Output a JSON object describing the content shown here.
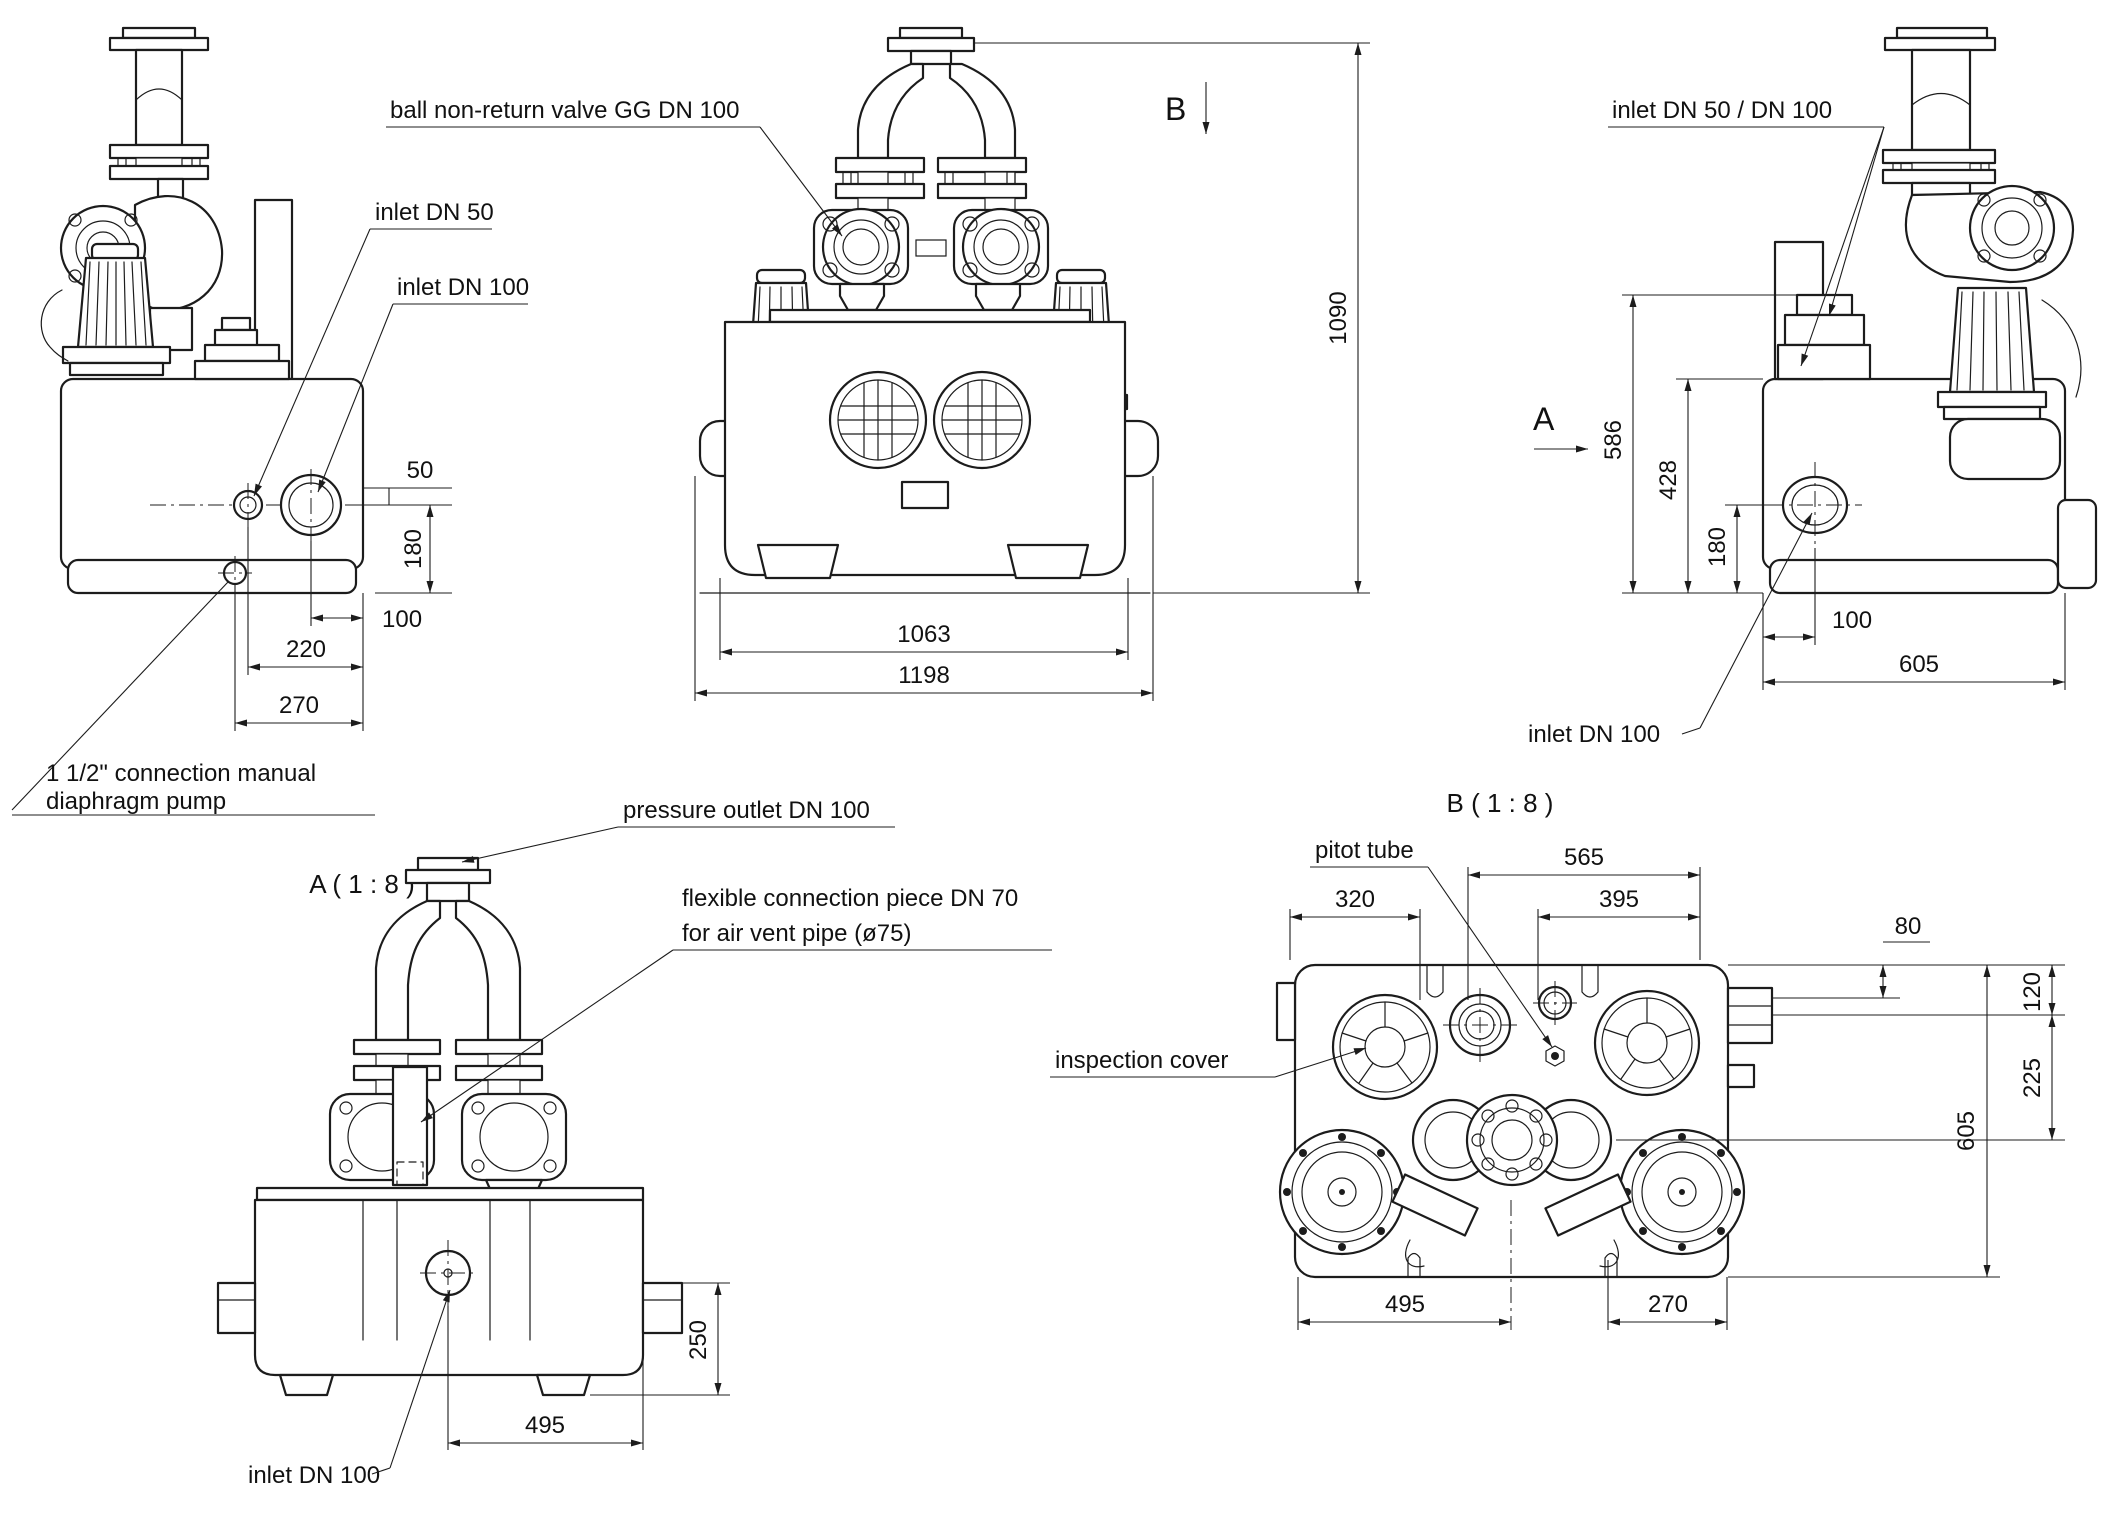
{
  "labels": {
    "ball_valve": "ball non-return valve GG DN 100",
    "inlet_dn50": "inlet DN 50",
    "inlet_dn100": "inlet DN 100",
    "manual_pump_line1": "1 1/2\" connection manual",
    "manual_pump_line2": "diaphragm pump",
    "pressure_outlet": "pressure outlet DN 100",
    "flex_line1": "flexible connection piece DN 70",
    "flex_line2": "for air vent pipe (ø75)",
    "inlet_dn100_a": "inlet DN 100",
    "inlet_dn50_dn100": "inlet DN 50 / DN 100",
    "inlet_dn100_side": "inlet DN 100",
    "pitot_tube": "pitot tube",
    "inspection_cover": "inspection cover"
  },
  "view_titles": {
    "a": "A ( 1 : 8 )",
    "b": "B ( 1 : 8 )"
  },
  "markers": {
    "a": "A",
    "b": "B"
  },
  "dims": {
    "side_left": {
      "offset50": "50",
      "height180": "180",
      "inset100": "100",
      "dn50_220": "220",
      "pump_270": "270"
    },
    "front": {
      "overall_height": "1090",
      "tank_width": "1063",
      "overall_width": "1198"
    },
    "side_right": {
      "cap_height": "586",
      "tank_height": "428",
      "inlet_height": "180",
      "inlet_inset": "100",
      "depth": "605"
    },
    "section_a": {
      "inlet_height": "250",
      "inlet_offset": "495"
    },
    "view_b": {
      "right_half": "565",
      "left_cover": "320",
      "valve_span": "395",
      "top_edge": "80",
      "connector": "120",
      "mid": "225",
      "depth": "605",
      "left_span": "495",
      "right_span": "270"
    }
  }
}
